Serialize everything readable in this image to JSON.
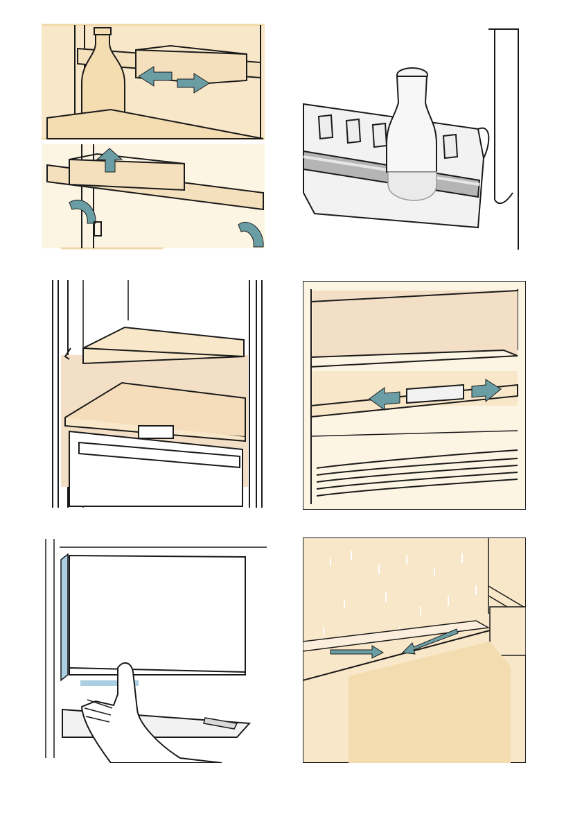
{
  "colors": {
    "cream": "#f8e7c8",
    "light_cream": "#fdf5e3",
    "arrow": "#6a9ea4",
    "outline": "#1a1a1a",
    "frame_fill": "#f5e0bd",
    "steel": "#b5b5b5",
    "cover_blue": "#a9cfe0"
  },
  "panels": [
    {
      "name": "door-shelf-slide-and-lift",
      "icons": [
        "arrow-left-icon",
        "arrow-right-icon",
        "arrow-up-icon",
        "curved-arrow-icon"
      ]
    },
    {
      "name": "bottle-door-rack",
      "icons": [
        "milk-bottle-icon"
      ]
    },
    {
      "name": "removable-glass-shelves",
      "icons": [
        "shelf-support-icon"
      ]
    },
    {
      "name": "shelf-rail-slide",
      "icons": [
        "arrow-left-icon",
        "arrow-right-icon"
      ]
    },
    {
      "name": "vegetable-drawer-cover",
      "icons": [
        "hand-icon"
      ]
    },
    {
      "name": "drain-channel",
      "icons": [
        "arrow-icon"
      ]
    }
  ]
}
